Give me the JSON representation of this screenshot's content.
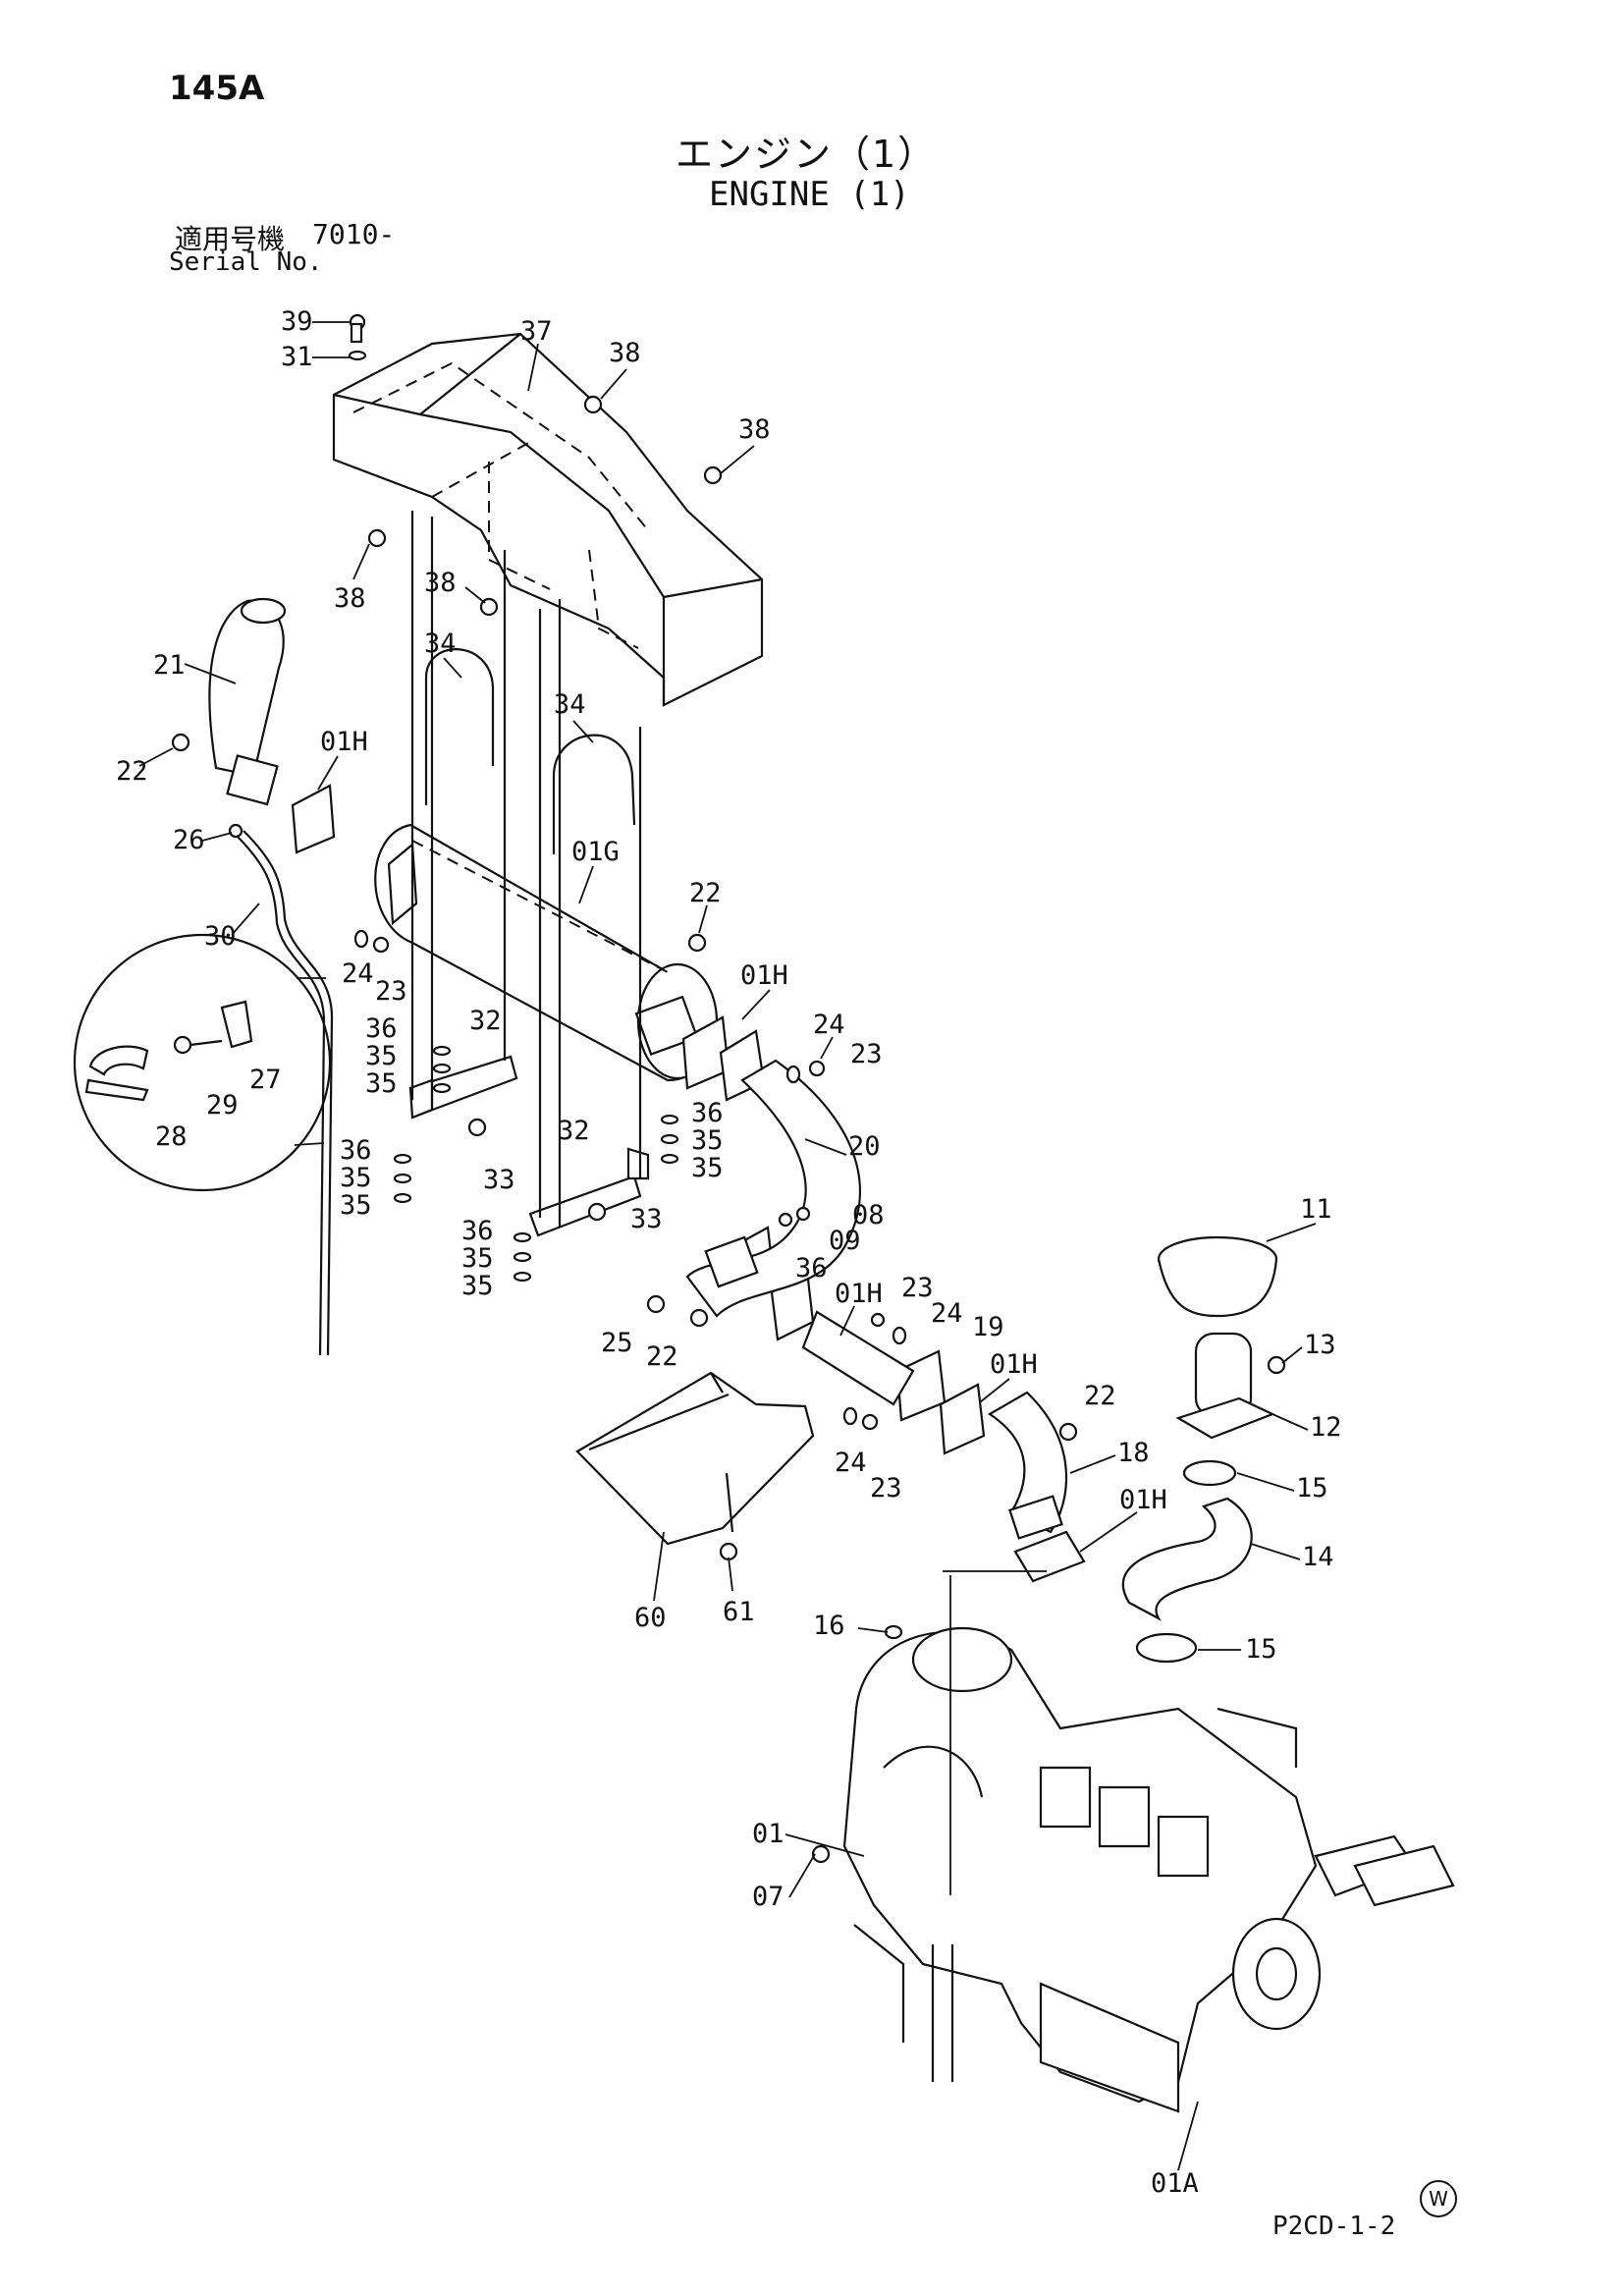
{
  "header": {
    "page_number": "145A",
    "title_jp": "エンジン（1）",
    "title_en": "ENGINE (1)",
    "serial_label_jp": "適用号機",
    "serial_value": "7010-",
    "serial_label_en": "Serial No."
  },
  "footer": {
    "drawing_code": "P2CD-1-2",
    "mark": "W"
  },
  "callouts": [
    "39",
    "31",
    "37",
    "38",
    "38",
    "38",
    "38",
    "34",
    "34",
    "21",
    "22",
    "01H",
    "26",
    "01G",
    "30",
    "22",
    "24",
    "23",
    "01H",
    "24",
    "23",
    "36",
    "35",
    "35",
    "32",
    "33",
    "32",
    "33",
    "36",
    "35",
    "35",
    "36",
    "35",
    "35",
    "36",
    "35",
    "35",
    "27",
    "29",
    "28",
    "20",
    "36",
    "09",
    "08",
    "11",
    "13",
    "12",
    "15",
    "14",
    "15",
    "25",
    "22",
    "01H",
    "23",
    "24",
    "19",
    "01H",
    "22",
    "18",
    "24",
    "23",
    "01H",
    "60",
    "61",
    "16",
    "01",
    "07",
    "01A"
  ]
}
